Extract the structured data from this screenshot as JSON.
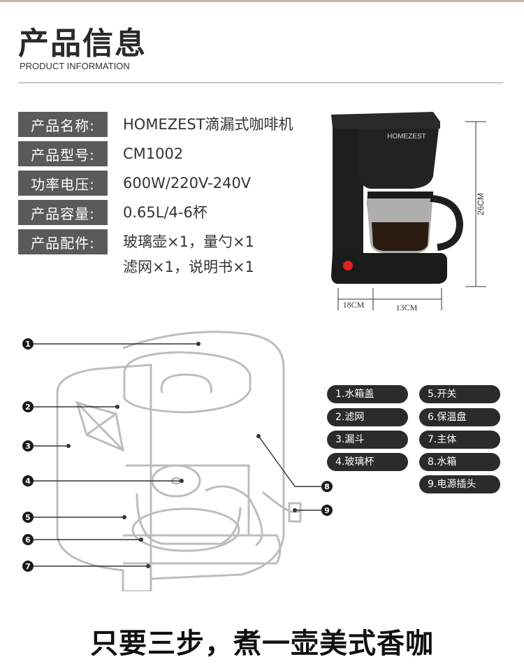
{
  "header": {
    "title": "产品信息",
    "subtitle": "PRODUCT INFORMATION"
  },
  "specs": [
    {
      "label": "产品名称:",
      "value": "HOMEZEST滴漏式咖啡机"
    },
    {
      "label": "产品型号:",
      "value": "CM1002"
    },
    {
      "label": "功率电压:",
      "value": "600W/220V-240V"
    },
    {
      "label": "产品容量:",
      "value": "0.65L/4-6杯"
    },
    {
      "label": "产品配件:",
      "value": "玻璃壶×1，量勺×1",
      "value2": "滤网×1，说明书×1"
    }
  ],
  "product": {
    "brand": "HOMEZEST",
    "height_label": "26CM",
    "depth_label": "18CM",
    "width_label": "13CM"
  },
  "diagram": {
    "markers": [
      "1",
      "2",
      "3",
      "4",
      "5",
      "6",
      "7",
      "8",
      "9"
    ]
  },
  "legend": [
    "1.水箱盖",
    "2.滤网",
    "3.漏斗",
    "4.玻璃杯",
    "5.开关",
    "6.保温盘",
    "7.主体",
    "8.水箱",
    "9.电源插头"
  ],
  "slogan": "只要三步，煮一壶美式香咖",
  "colors": {
    "label_bg": "#5a5a5a",
    "legend_bg": "#2b2b2b",
    "machine_body": "#1e1e1e",
    "power_button": "#e0251c"
  }
}
